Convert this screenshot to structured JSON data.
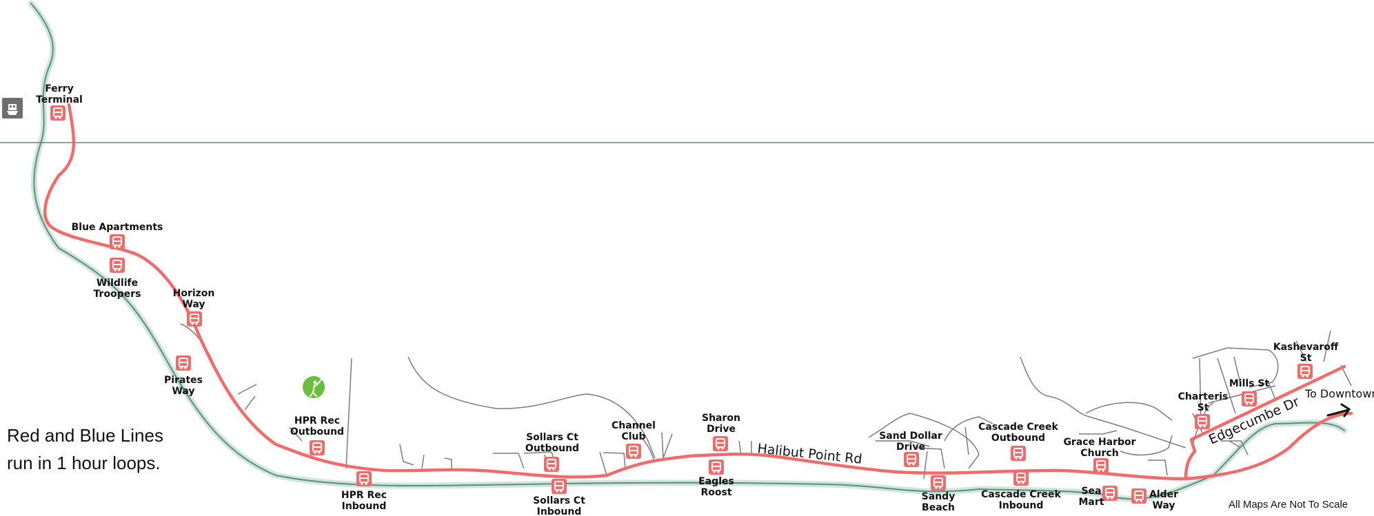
{
  "map": {
    "road_labels": {
      "halibut": "Halibut Point Rd",
      "edgecumbe": "Edgecumbe Dr"
    },
    "destination_label": "To Downtown",
    "legend_text": [
      "Red and Blue Lines",
      "run in 1 hour loops."
    ],
    "scale_note": "All Maps Are Not To Scale",
    "colors": {
      "route": "#f26b6b",
      "shore": "#5f8a7e",
      "shore_fill": "#cfe6dc",
      "road": "#7a7a7a",
      "stop": "#f26b6b",
      "golf": "#6cbf3c",
      "ferry": "#6e6e6e"
    },
    "icons": [
      "bus-stop-icon",
      "golf-icon",
      "ferry-icon",
      "arrow-right-icon"
    ],
    "stops": [
      {
        "label": [
          "Ferry",
          "Terminal"
        ]
      },
      {
        "label": [
          "Blue Apartments"
        ]
      },
      {
        "label": [
          "Wildlife",
          "Troopers"
        ]
      },
      {
        "label": [
          "Horizon",
          "Way"
        ]
      },
      {
        "label": [
          "Pirates",
          "Way"
        ]
      },
      {
        "label": [
          "HPR Rec",
          "Outbound"
        ]
      },
      {
        "label": [
          "HPR Rec",
          "Inbound"
        ]
      },
      {
        "label": [
          "Sollars Ct",
          "Outbound"
        ]
      },
      {
        "label": [
          "Sollars Ct",
          "Inbound"
        ]
      },
      {
        "label": [
          "Channel",
          "Club"
        ]
      },
      {
        "label": [
          "Sharon",
          "Drive"
        ]
      },
      {
        "label": [
          "Eagles",
          "Roost"
        ]
      },
      {
        "label": [
          "Sand Dollar",
          "Drive"
        ]
      },
      {
        "label": [
          "Sandy",
          "Beach"
        ]
      },
      {
        "label": [
          "Cascade Creek",
          "Outbound"
        ]
      },
      {
        "label": [
          "Cascade Creek",
          "Inbound"
        ]
      },
      {
        "label": [
          "Grace Harbor",
          "Church"
        ]
      },
      {
        "label": [
          "Sea",
          "Mart"
        ]
      },
      {
        "label": [
          "Alder",
          "Way"
        ]
      },
      {
        "label": [
          "Charteris",
          "St"
        ]
      },
      {
        "label": [
          "Mills St"
        ]
      },
      {
        "label": [
          "Kashevaroff",
          "St"
        ]
      }
    ]
  }
}
